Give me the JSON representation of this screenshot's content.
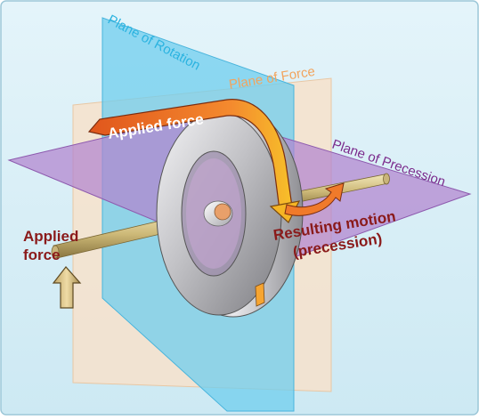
{
  "labels": {
    "plane_of_rotation": "Plane of Rotation",
    "plane_of_force": "Plane of Force",
    "plane_of_precession": "Plane of Precession",
    "applied_force_arrow": "Applied force",
    "applied_force_side_line1": "Applied",
    "applied_force_side_line2": "force",
    "resulting_motion_line1": "Resulting motion",
    "resulting_motion_line2": "(precession)"
  },
  "colors": {
    "background": "#dff1f8",
    "plane_of_rotation": "#5ec8ec",
    "plane_of_rotation_text": "#2bb3e0",
    "plane_of_force": "#f6dcc0",
    "plane_of_force_text": "#f2a45d",
    "plane_of_precession": "#a373c4",
    "plane_of_precession_text": "#7b2a8c",
    "label_text": "#8a1a1a",
    "axle": "#d9c98e",
    "wheel": "#b9b9bd",
    "arrow_orange": "#f07a2a",
    "arrow_yellow": "#f6c628"
  }
}
